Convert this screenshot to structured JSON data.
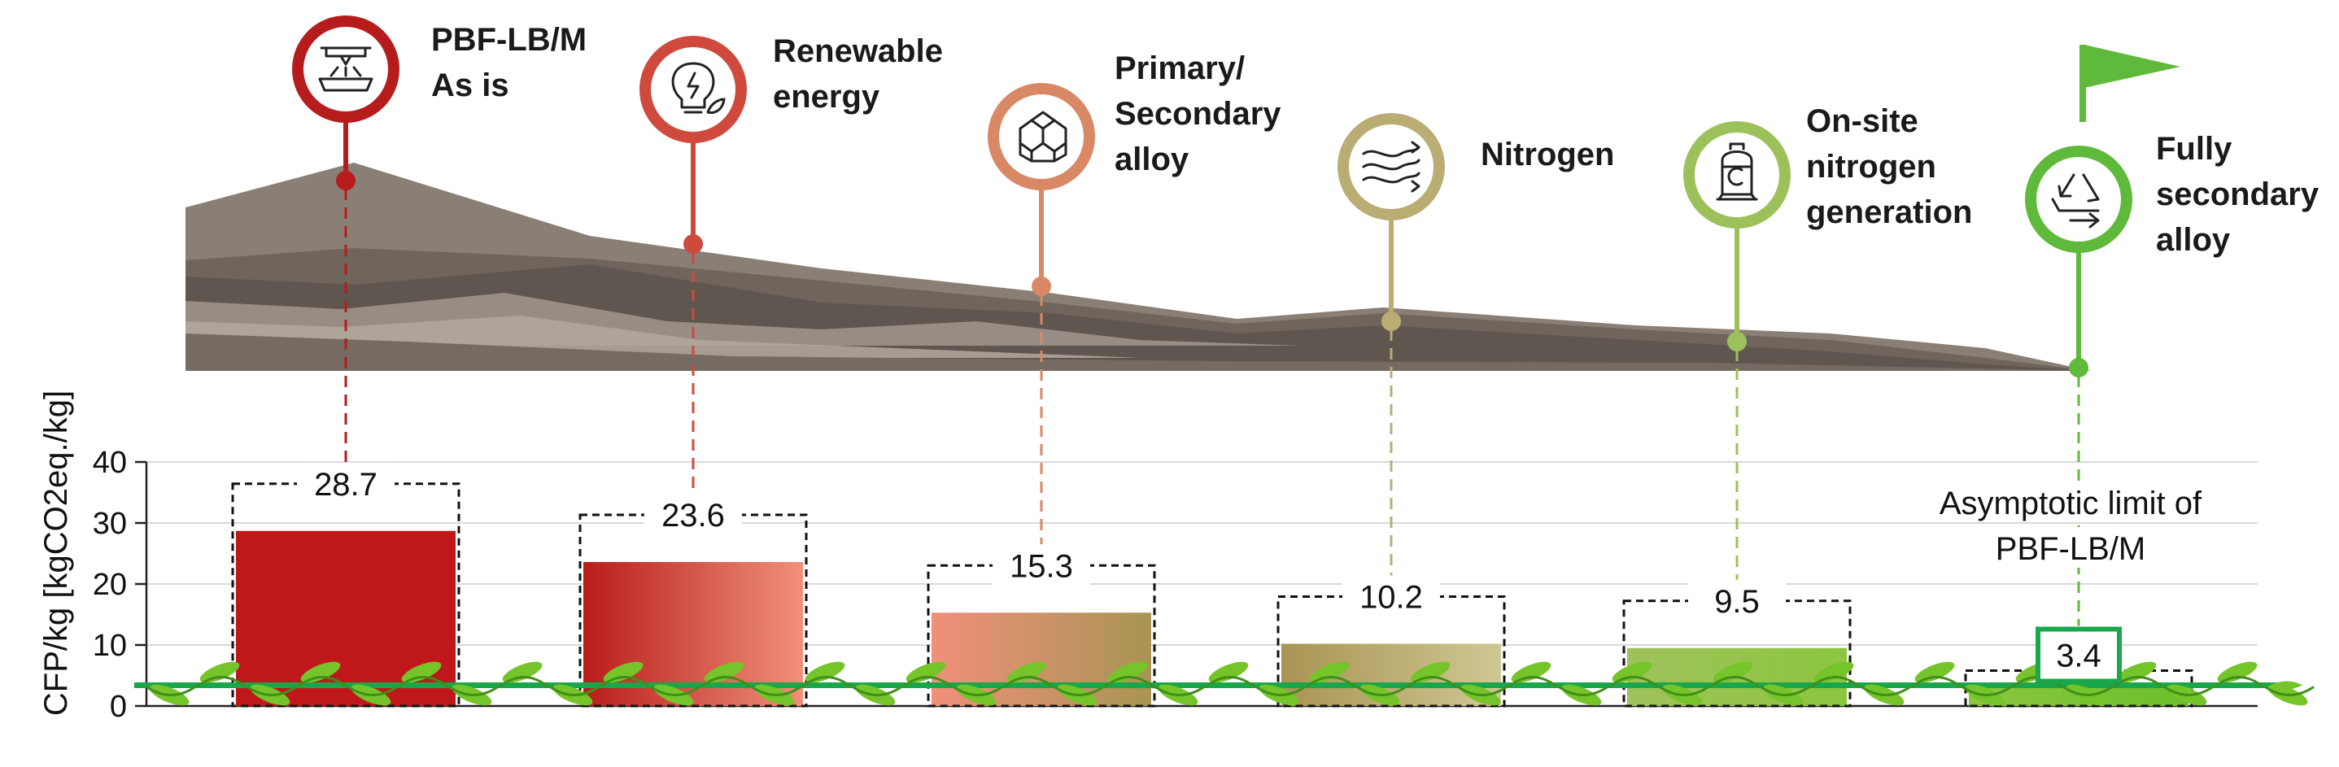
{
  "chart_data": {
    "type": "bar",
    "categories": [
      "PBF-LB/M As is",
      "Renewable energy",
      "Primary/ Secondary alloy",
      "Nitrogen",
      "On-site nitrogen generation",
      "Fully secondary alloy"
    ],
    "values": [
      28.7,
      23.6,
      15.3,
      10.2,
      9.5,
      3.4
    ],
    "value_labels": [
      "28.7",
      "23.6",
      "15.3",
      "10.2",
      "9.5",
      "3.4"
    ],
    "ylabel": "CFP/kg [kgCO2eq./kg]",
    "ylim": [
      0,
      40
    ],
    "yticks": [
      0,
      10,
      20,
      30,
      40
    ],
    "ytick_labels": [
      "0",
      "10",
      "20",
      "30",
      "40"
    ],
    "grid": true,
    "asymptote": {
      "value": 3.4,
      "annotation": [
        "Asymptotic limit of",
        "PBF-LB/M"
      ]
    }
  },
  "steps": [
    {
      "label_lines": [
        "PBF-LB/M",
        "As is"
      ],
      "icon": "printer-icon",
      "color": "#b71c1c"
    },
    {
      "label_lines": [
        "Renewable",
        "energy"
      ],
      "icon": "lightbulb-leaf-icon",
      "color": "#cf4a3c"
    },
    {
      "label_lines": [
        "Primary/",
        "Secondary",
        "alloy"
      ],
      "icon": "cubes-icon",
      "color": "#d98866"
    },
    {
      "label_lines": [
        "Nitrogen"
      ],
      "icon": "gas-flow-icon",
      "color": "#b9ad74"
    },
    {
      "label_lines": [
        "On-site",
        "nitrogen",
        "generation"
      ],
      "icon": "gas-cylinder-icon",
      "color": "#9cc15a"
    },
    {
      "label_lines": [
        "Fully",
        "secondary",
        "alloy"
      ],
      "icon": "recycle-icon",
      "color": "#5fb93b"
    }
  ],
  "bar_gradients": [
    [
      "#c0181a",
      "#c0181a"
    ],
    [
      "#b81d1a",
      "#f0907a"
    ],
    [
      "#f0907a",
      "#a89454"
    ],
    [
      "#a89454",
      "#cfc793"
    ],
    [
      "#9fc25c",
      "#8cc63f"
    ],
    [
      "#8cc63f",
      "#6cbf2b"
    ]
  ],
  "colors": {
    "baseline": "#1aa64a",
    "vine_leaf": "#74c42a",
    "vine_leaf_dark": "#3f8f1a",
    "mountain": "#7c7169",
    "flag": "#5fb93b"
  }
}
